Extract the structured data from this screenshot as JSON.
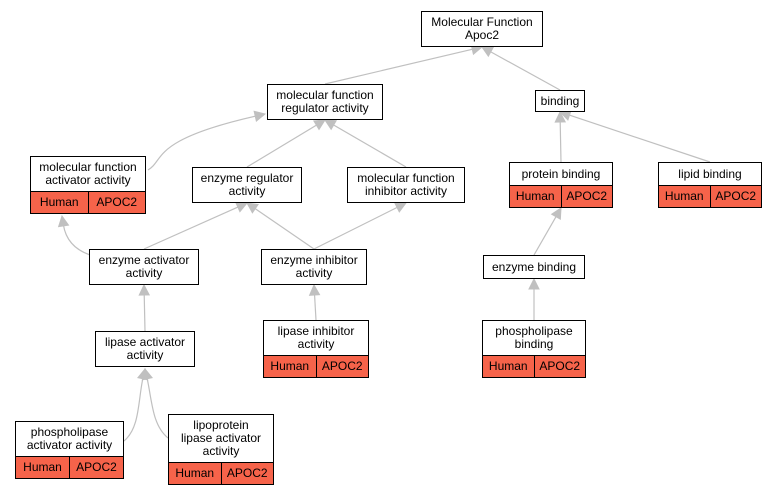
{
  "diagram": {
    "colors": {
      "edge": "#c0c0c0",
      "tag_fill": "#f6634a",
      "node_fill": "#ffffff"
    },
    "nodes": [
      {
        "id": "mf",
        "label": "Molecular Function\nApoc2"
      },
      {
        "id": "mfra",
        "label": "molecular function\nregulator activity"
      },
      {
        "id": "binding",
        "label": "binding"
      },
      {
        "id": "mfaa",
        "label": "molecular function\nactivator activity",
        "tags": [
          "Human",
          "APOC2"
        ]
      },
      {
        "id": "era",
        "label": "enzyme regulator\nactivity"
      },
      {
        "id": "mfia",
        "label": "molecular function\ninhibitor activity"
      },
      {
        "id": "pb",
        "label": "protein binding",
        "tags": [
          "Human",
          "APOC2"
        ]
      },
      {
        "id": "lb",
        "label": "lipid binding",
        "tags": [
          "Human",
          "APOC2"
        ]
      },
      {
        "id": "eaa",
        "label": "enzyme activator\nactivity"
      },
      {
        "id": "eia",
        "label": "enzyme inhibitor\nactivity"
      },
      {
        "id": "eb",
        "label": "enzyme binding"
      },
      {
        "id": "laa",
        "label": "lipase activator\nactivity"
      },
      {
        "id": "lia",
        "label": "lipase inhibitor\nactivity",
        "tags": [
          "Human",
          "APOC2"
        ]
      },
      {
        "id": "plb",
        "label": "phospholipase\nbinding",
        "tags": [
          "Human",
          "APOC2"
        ]
      },
      {
        "id": "plaa",
        "label": "phospholipase\nactivator activity",
        "tags": [
          "Human",
          "APOC2"
        ]
      },
      {
        "id": "llaa",
        "label": "lipoprotein\nlipase activator\nactivity",
        "tags": [
          "Human",
          "APOC2"
        ]
      }
    ],
    "edges": [
      {
        "from": "mfra",
        "to": "mf"
      },
      {
        "from": "binding",
        "to": "mf"
      },
      {
        "from": "mfaa",
        "to": "mfra"
      },
      {
        "from": "era",
        "to": "mfra"
      },
      {
        "from": "mfia",
        "to": "mfra"
      },
      {
        "from": "pb",
        "to": "binding"
      },
      {
        "from": "lb",
        "to": "binding"
      },
      {
        "from": "eaa",
        "to": "mfaa"
      },
      {
        "from": "eaa",
        "to": "era"
      },
      {
        "from": "eia",
        "to": "era"
      },
      {
        "from": "eia",
        "to": "mfia"
      },
      {
        "from": "eb",
        "to": "pb"
      },
      {
        "from": "laa",
        "to": "eaa"
      },
      {
        "from": "lia",
        "to": "eia"
      },
      {
        "from": "plb",
        "to": "eb"
      },
      {
        "from": "plaa",
        "to": "laa"
      },
      {
        "from": "llaa",
        "to": "laa"
      }
    ]
  }
}
